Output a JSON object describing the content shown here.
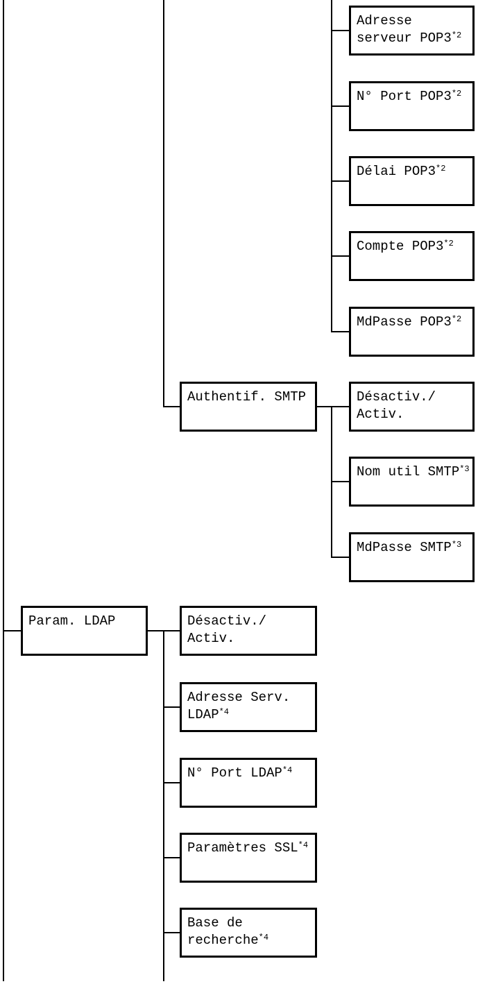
{
  "palette": {
    "background": "#ffffff",
    "line_color": "#000000",
    "text_color": "#000000"
  },
  "menu_tree": {
    "pop3_children": [
      {
        "line1": "Adresse",
        "line2": "serveur POP3",
        "sup": "*2"
      },
      {
        "line1": "N° Port POP3",
        "sup": "*2"
      },
      {
        "line1": "Délai POP3",
        "sup": "*2"
      },
      {
        "line1": "Compte POP3",
        "sup": "*2"
      },
      {
        "line1": "MdPasse POP3",
        "sup": "*2"
      }
    ],
    "smtp_auth": {
      "line1": "Authentif. SMTP"
    },
    "smtp_auth_children": [
      {
        "line1": "Désactiv./",
        "line2": "Activ."
      },
      {
        "line1": "Nom util SMTP",
        "sup": "*3"
      },
      {
        "line1": "MdPasse SMTP",
        "sup": "*3"
      }
    ],
    "ldap": {
      "line1": "Param. LDAP"
    },
    "ldap_children": [
      {
        "line1": "Désactiv./",
        "line2": "Activ."
      },
      {
        "line1": "Adresse Serv.",
        "line2": "LDAP",
        "sup": "*4"
      },
      {
        "line1": "N° Port LDAP",
        "sup": "*4"
      },
      {
        "line1": "Paramètres SSL",
        "sup": "*4"
      },
      {
        "line1": "Base de",
        "line2": "recherche",
        "sup": "*4"
      }
    ]
  }
}
